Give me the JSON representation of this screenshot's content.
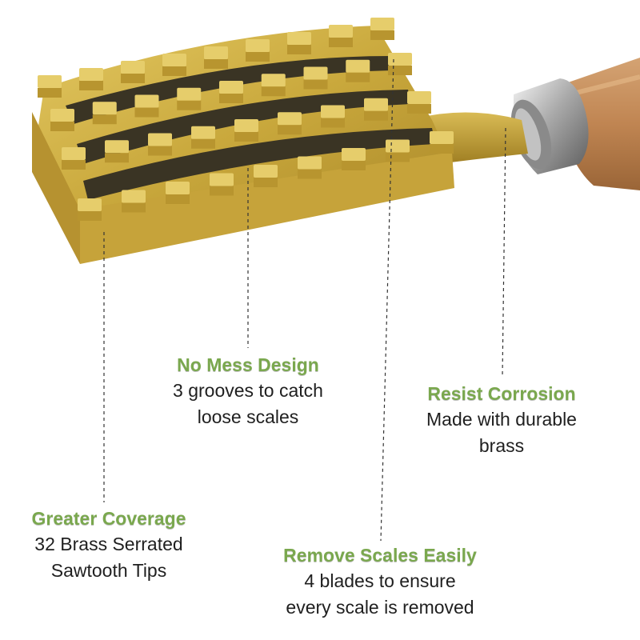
{
  "accent_color": "#7aa84e",
  "product_image": {
    "subject": "brass fish scaler with wooden handle",
    "icon": "fish-scaler-icon"
  },
  "callouts": {
    "no_mess": {
      "title": "No Mess Design",
      "line1": "3 grooves to catch",
      "line2": "loose scales"
    },
    "resist": {
      "title": "Resist Corrosion",
      "line1": "Made with durable",
      "line2": "brass"
    },
    "coverage": {
      "title": "Greater Coverage",
      "line1": "32 Brass Serrated",
      "line2": "Sawtooth Tips"
    },
    "remove": {
      "title": "Remove Scales Easily",
      "line1": "4 blades to ensure",
      "line2": "every scale is removed"
    }
  }
}
